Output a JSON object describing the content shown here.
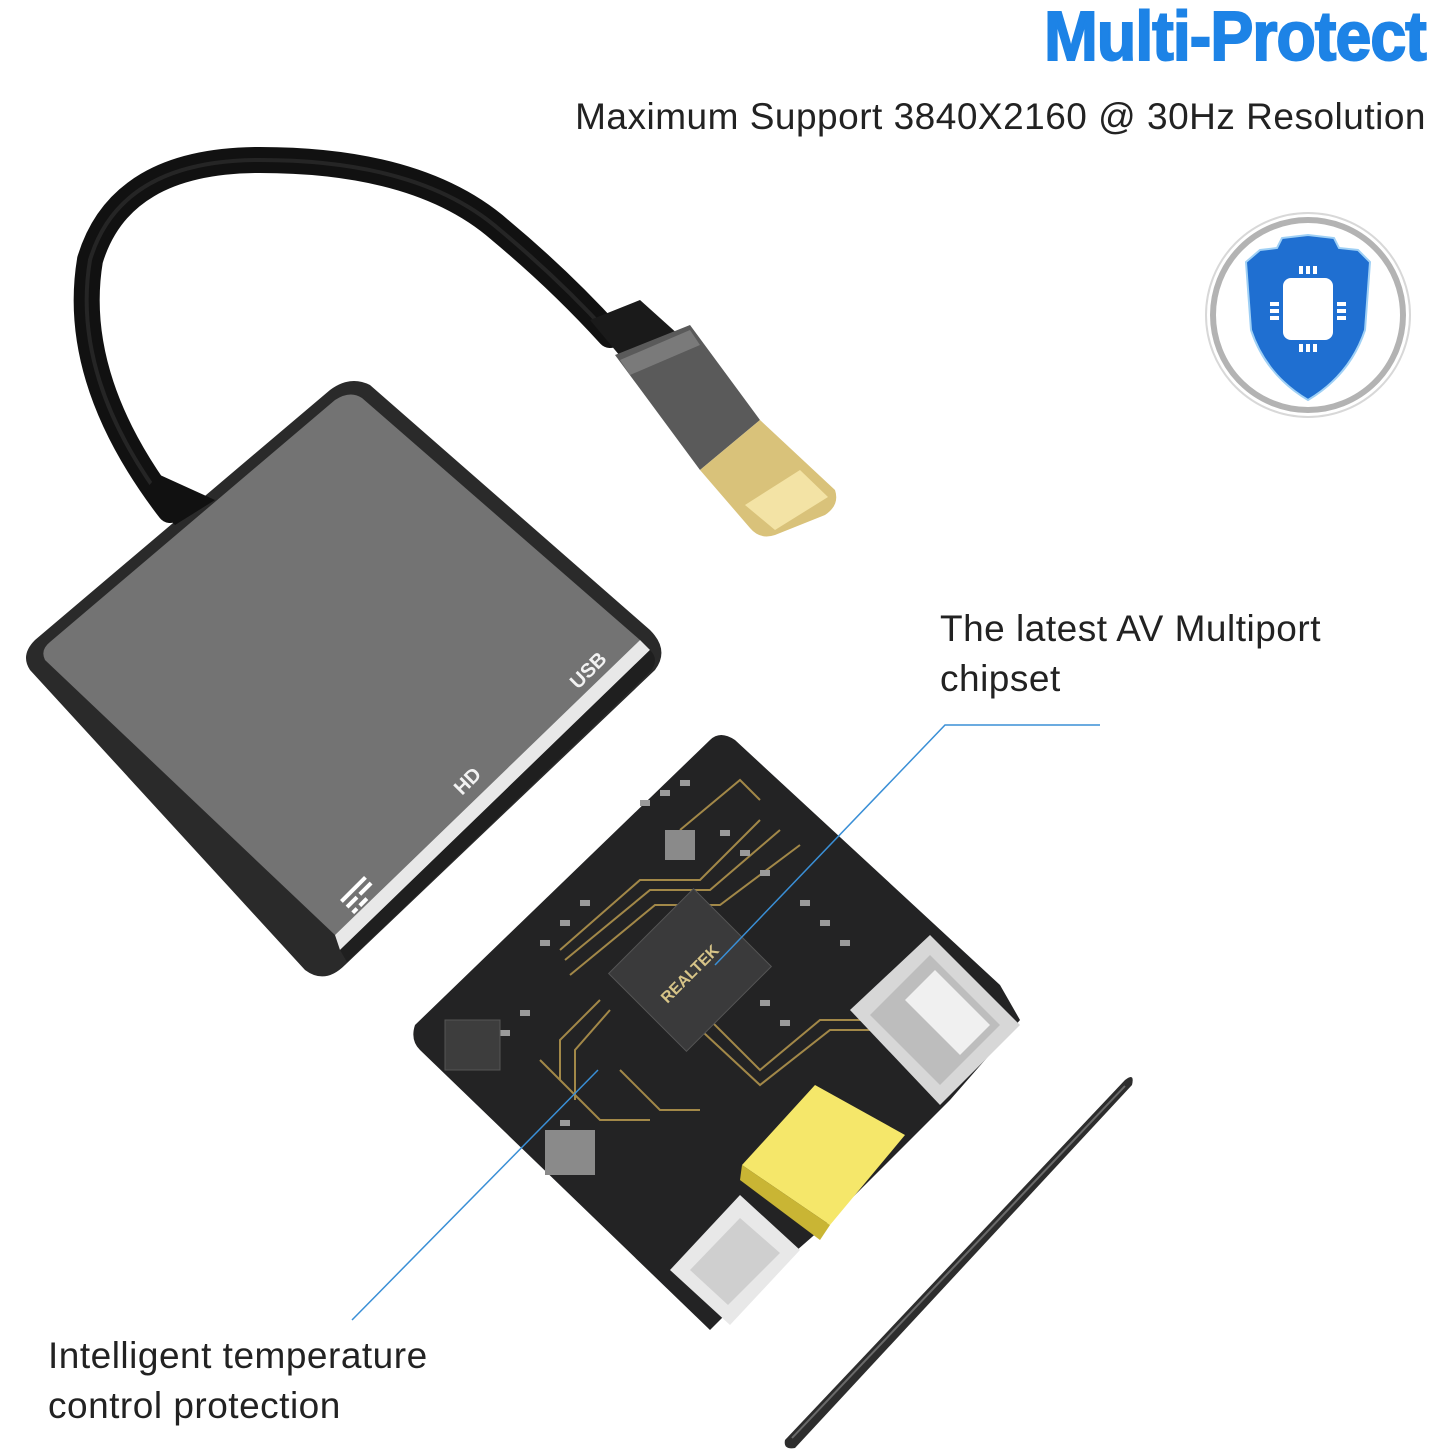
{
  "header": {
    "title": "Multi-Protect",
    "subtitle": "Maximum Support 3840X2160 @ 30Hz Resolution"
  },
  "badge": {
    "icon": "shield-chip-icon",
    "shield_color": "#1f6fd1",
    "ring_color": "#b5b5b5"
  },
  "adapter": {
    "port_labels": [
      "USB",
      "HD"
    ],
    "port_icon": "usb-c-pd-icon",
    "body_color": "#6f6f6f"
  },
  "board": {
    "chip_label": "REALTEK",
    "pcb_color": "#252526",
    "trace_color": "#b99a4f"
  },
  "callouts": {
    "chipset": {
      "line1": "The latest AV Multiport",
      "line2": "chipset"
    },
    "temperature": {
      "line1": "Intelligent temperature",
      "line2": "control protection"
    },
    "line_color": "#3a8fd6"
  },
  "colors": {
    "accent": "#1d83e6",
    "text": "#222222"
  }
}
